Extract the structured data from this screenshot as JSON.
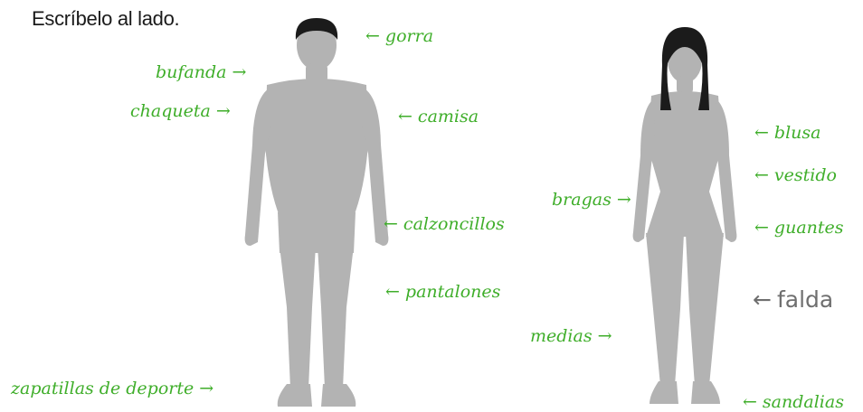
{
  "instruction": "Escríbelo al lado.",
  "colors": {
    "label": "#3fae2a",
    "example": "#6f6f6f",
    "body": "#b3b3b3",
    "hair": "#1b1b1b"
  },
  "arrows": {
    "left": "←",
    "right": "→"
  },
  "male": {
    "gorra": "gorra",
    "bufanda": "bufanda",
    "chaqueta": "chaqueta",
    "camisa": "camisa",
    "calzoncillos": "calzoncillos",
    "pantalones": "pantalones",
    "zapatillas": "zapatillas de deporte"
  },
  "female": {
    "blusa": "blusa",
    "vestido": "vestido",
    "bragas": "bragas",
    "guantes": "guantes",
    "falda": "falda",
    "medias": "medias",
    "sandalias": "sandalias"
  }
}
